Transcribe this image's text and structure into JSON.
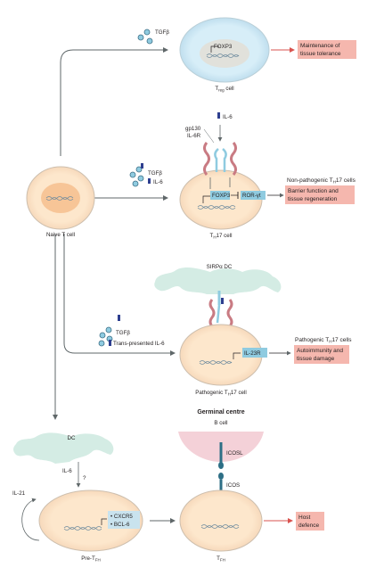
{
  "naive": {
    "label": "Naive T cell"
  },
  "treg": {
    "signal": "TGFβ",
    "gene": "FOXP3",
    "cell_label": "T",
    "cell_sub": "reg",
    "cell_suffix": " cell",
    "outcome_line1": "Maintenance of",
    "outcome_line2": "tissue tolerance"
  },
  "th17": {
    "signal_tgfb": "TGFβ",
    "signal_il6": "IL-6",
    "gp130": "gp130",
    "il6r": "IL-6R",
    "il6_top": "IL-6",
    "foxp3": "FOXP3",
    "rorgt": "ROR-γt",
    "cell_label": "T",
    "cell_sub": "H",
    "cell_suffix": "17 cell",
    "outcome_title_pre": "Non-pathogenic T",
    "outcome_title_sub": "H",
    "outcome_title_post": "17 cells",
    "outcome_line1": "Barrier function and",
    "outcome_line2": "tissue regeneration"
  },
  "patho": {
    "dc_label": "SIRPα DC",
    "signal_tgfb": "TGFβ",
    "signal_trans": "Trans-presented IL-6",
    "il23r": "IL-23R",
    "cell_label_pre": "Pathogenic T",
    "cell_sub": "H",
    "cell_suffix": "17 cell",
    "outcome_title_pre": "Pathogenic T",
    "outcome_title_sub": "H",
    "outcome_title_post": "17 cells",
    "outcome_line1": "Autoimmunity and",
    "outcome_line2": "tissue damage"
  },
  "tfh": {
    "dc_label": "DC",
    "il6": "IL-6",
    "question": "?",
    "il21": "IL-21",
    "cxcr5": "• CXCR5",
    "bcl6": "• BCL-6",
    "pre_label_pre": "Pre-T",
    "pre_label_sub": "FH",
    "germinal": "Germinal centre",
    "bcell": "B cell",
    "icosl": "ICOSL",
    "icos": "ICOS",
    "tfh_label": "T",
    "tfh_sub": "FH",
    "outcome_line1": "Host",
    "outcome_line2": "defence"
  },
  "colors": {
    "cell_fill": "#fde7cc",
    "cell_stroke": "#b9b1a6",
    "treg_fill": "#cfe8f3",
    "nucleus": "#f6c79a",
    "outcome_box": "#f5b7ae",
    "dc_fill": "#d4ece4",
    "receptor": "#e7b1b5",
    "germinal": "#f4d1d8",
    "cxcr_box": "#c9e3ee"
  }
}
